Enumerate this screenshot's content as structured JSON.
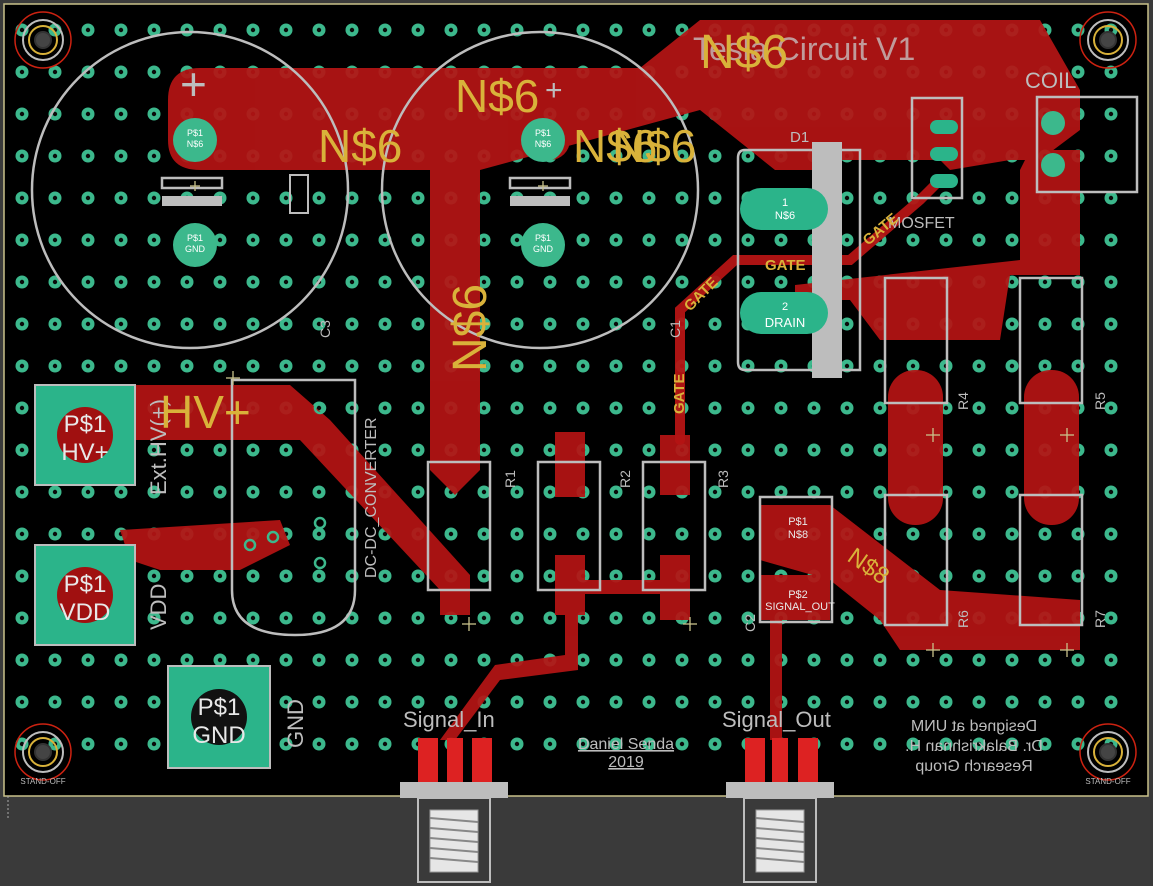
{
  "board": {
    "title": "Tesla Circuit V1",
    "author": "Daniel Senda",
    "year": "2019",
    "credit_lines": [
      "Designed at UNM",
      "Dr. Balakrishnan H.",
      "Research Group"
    ]
  },
  "nets": {
    "n6": "N$6",
    "n8": "N$8",
    "gate": "GATE",
    "hv": "HV+"
  },
  "components": {
    "c3": "C3",
    "c1": "C1",
    "c2": "C2",
    "d1": "D1",
    "r1": "R1",
    "r2": "R2",
    "r3": "R3",
    "r4": "R4",
    "r5": "R5",
    "r6": "R6",
    "r7": "R7",
    "mosfet": "MOSFET",
    "coil": "COIL",
    "dcdc": "DC-DC_CONVERTER",
    "ext_hv": "Ext.HV(+)",
    "vdd": "VDD",
    "gnd": "GND",
    "signal_in": "Signal_In",
    "signal_out": "Signal_Out",
    "standoff": "STAND-OFF"
  },
  "pads": {
    "p1": "P$1",
    "p2": "P$2",
    "hv_plus": "HV+",
    "vdd": "VDD",
    "gnd": "GND",
    "pin1": "1",
    "pin2": "2",
    "n6": "N$6",
    "drain": "DRAIN",
    "n8": "N$8",
    "signal_out": "SIGNAL_OUT"
  },
  "silk": {
    "plus": "+"
  },
  "colors": {
    "copper": "#b41414",
    "board": "#000000",
    "via": "#3cb88c",
    "silkscreen": "#bdbdbd",
    "label": "#d9b23a",
    "pad_green": "#2bb48a"
  }
}
